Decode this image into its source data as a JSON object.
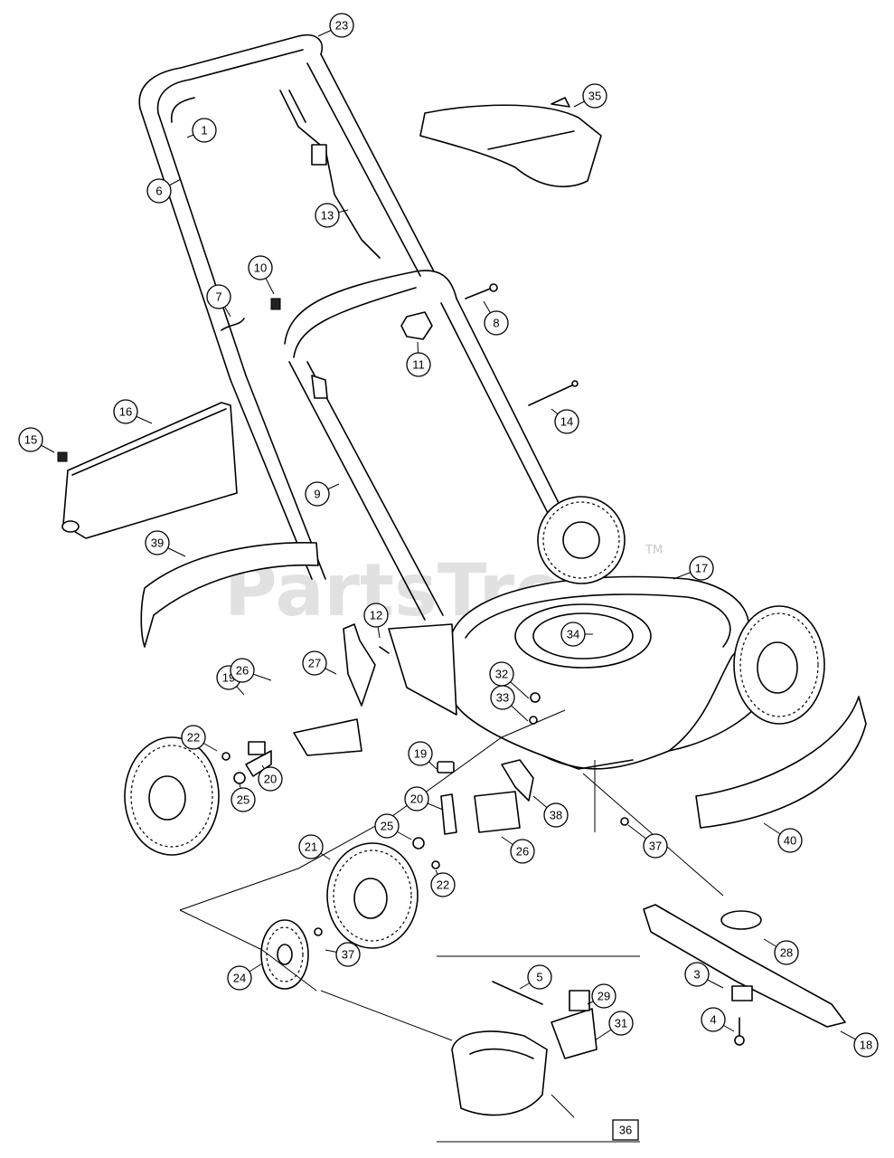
{
  "watermark": {
    "text": "PartsTree",
    "tm": "TM"
  },
  "callouts": [
    {
      "label": "1"
    },
    {
      "label": "3"
    },
    {
      "label": "4"
    },
    {
      "label": "5"
    },
    {
      "label": "6"
    },
    {
      "label": "7"
    },
    {
      "label": "8"
    },
    {
      "label": "9"
    },
    {
      "label": "10"
    },
    {
      "label": "11"
    },
    {
      "label": "12"
    },
    {
      "label": "13"
    },
    {
      "label": "14"
    },
    {
      "label": "15"
    },
    {
      "label": "16"
    },
    {
      "label": "17"
    },
    {
      "label": "18"
    },
    {
      "label": "19"
    },
    {
      "label": "19"
    },
    {
      "label": "20"
    },
    {
      "label": "20"
    },
    {
      "label": "21"
    },
    {
      "label": "22"
    },
    {
      "label": "22"
    },
    {
      "label": "23"
    },
    {
      "label": "24"
    },
    {
      "label": "25"
    },
    {
      "label": "25"
    },
    {
      "label": "26"
    },
    {
      "label": "26"
    },
    {
      "label": "27"
    },
    {
      "label": "28"
    },
    {
      "label": "29"
    },
    {
      "label": "31"
    },
    {
      "label": "32"
    },
    {
      "label": "33"
    },
    {
      "label": "34"
    },
    {
      "label": "35"
    },
    {
      "label": "37"
    },
    {
      "label": "37"
    },
    {
      "label": "38"
    },
    {
      "label": "39"
    },
    {
      "label": "40"
    }
  ],
  "boxed_label": "36"
}
